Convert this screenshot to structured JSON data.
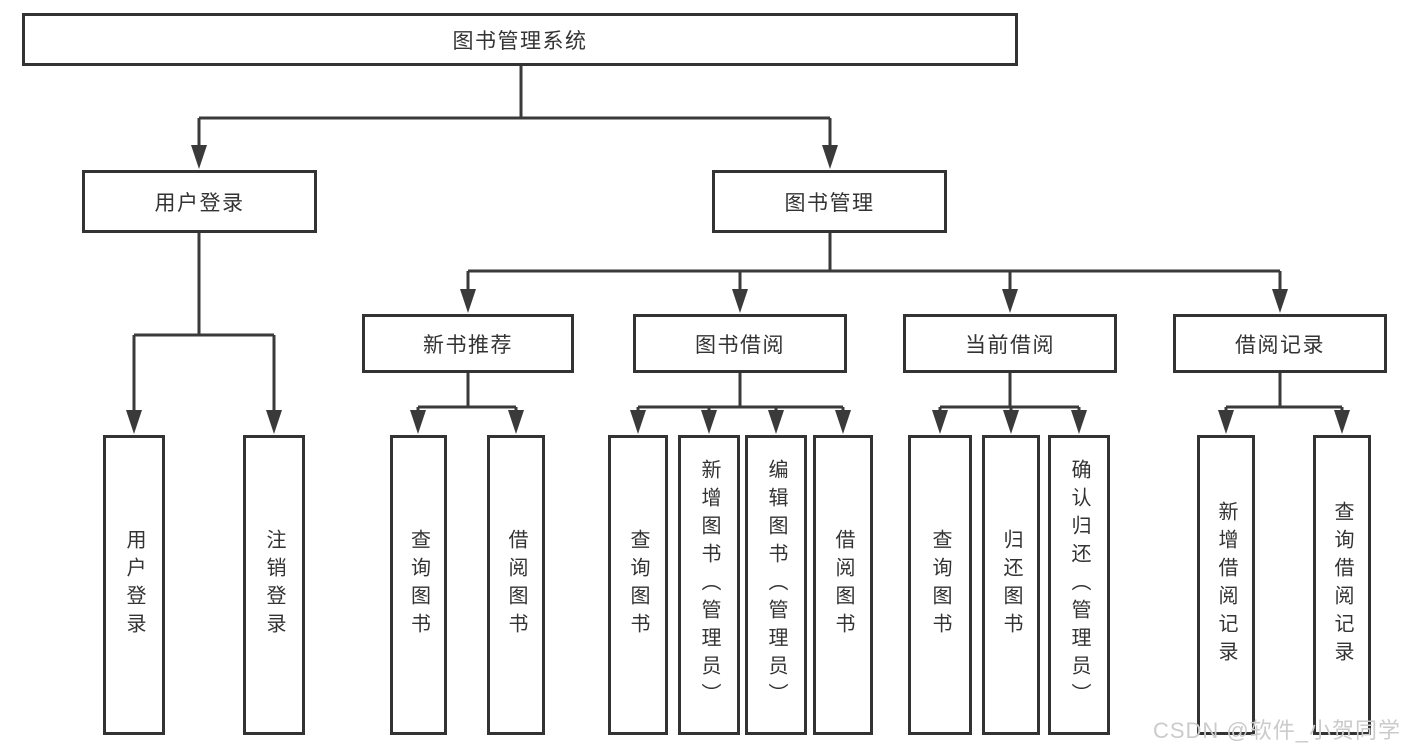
{
  "tree": {
    "root": {
      "label": "图书管理系统"
    },
    "level2": [
      {
        "label": "用户登录",
        "children": [
          {
            "label": "用户登录"
          },
          {
            "label": "注销登录"
          }
        ]
      },
      {
        "label": "图书管理",
        "children": [
          {
            "label": "新书推荐",
            "children": [
              {
                "label": "查询图书"
              },
              {
                "label": "借阅图书"
              }
            ]
          },
          {
            "label": "图书借阅",
            "children": [
              {
                "label": "查询图书"
              },
              {
                "label": "新增图书（管理员）"
              },
              {
                "label": "编辑图书（管理员）"
              },
              {
                "label": "借阅图书"
              }
            ]
          },
          {
            "label": "当前借阅",
            "children": [
              {
                "label": "查询图书"
              },
              {
                "label": "归还图书"
              },
              {
                "label": "确认归还（管理员）"
              }
            ]
          },
          {
            "label": "借阅记录",
            "children": [
              {
                "label": "新增借阅记录"
              },
              {
                "label": "查询借阅记录"
              }
            ]
          }
        ]
      }
    ]
  },
  "watermark": {
    "text": "CSDN @软件_小贺同学"
  },
  "colors": {
    "line": "#3a3a3a",
    "box_border": "#333333",
    "text": "#333333",
    "watermark": "#cbcbcb",
    "background": "#ffffff"
  }
}
